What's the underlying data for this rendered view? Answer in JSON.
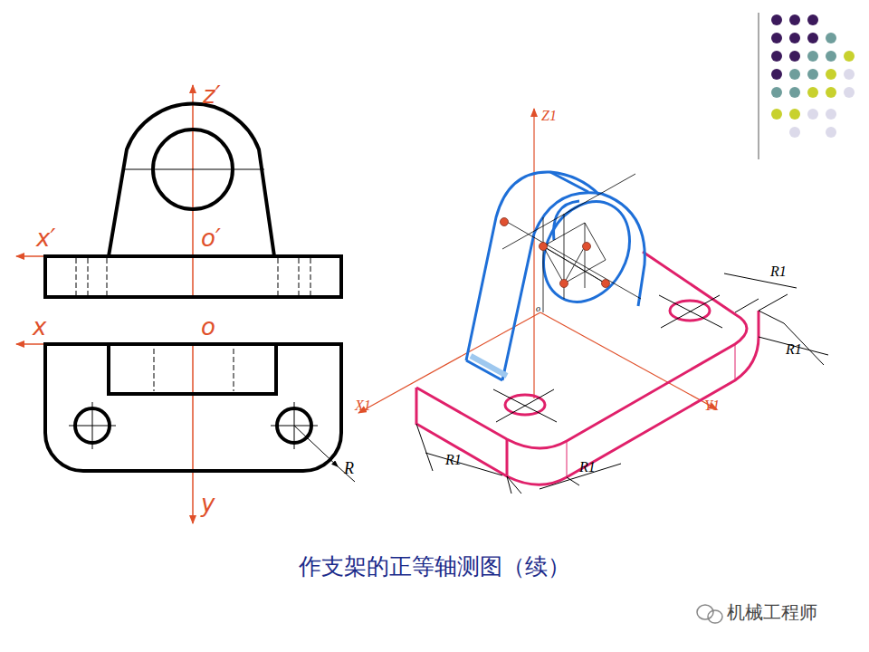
{
  "diagram": {
    "caption": "作支架的正等轴测图（续）",
    "labels": [
      "z′",
      "x′",
      "o′",
      "x",
      "o",
      "y",
      "R",
      "Z1",
      "X1",
      "Y1",
      "R1",
      "R1",
      "R1",
      "R1",
      "o",
      "机械工程师"
    ]
  }
}
